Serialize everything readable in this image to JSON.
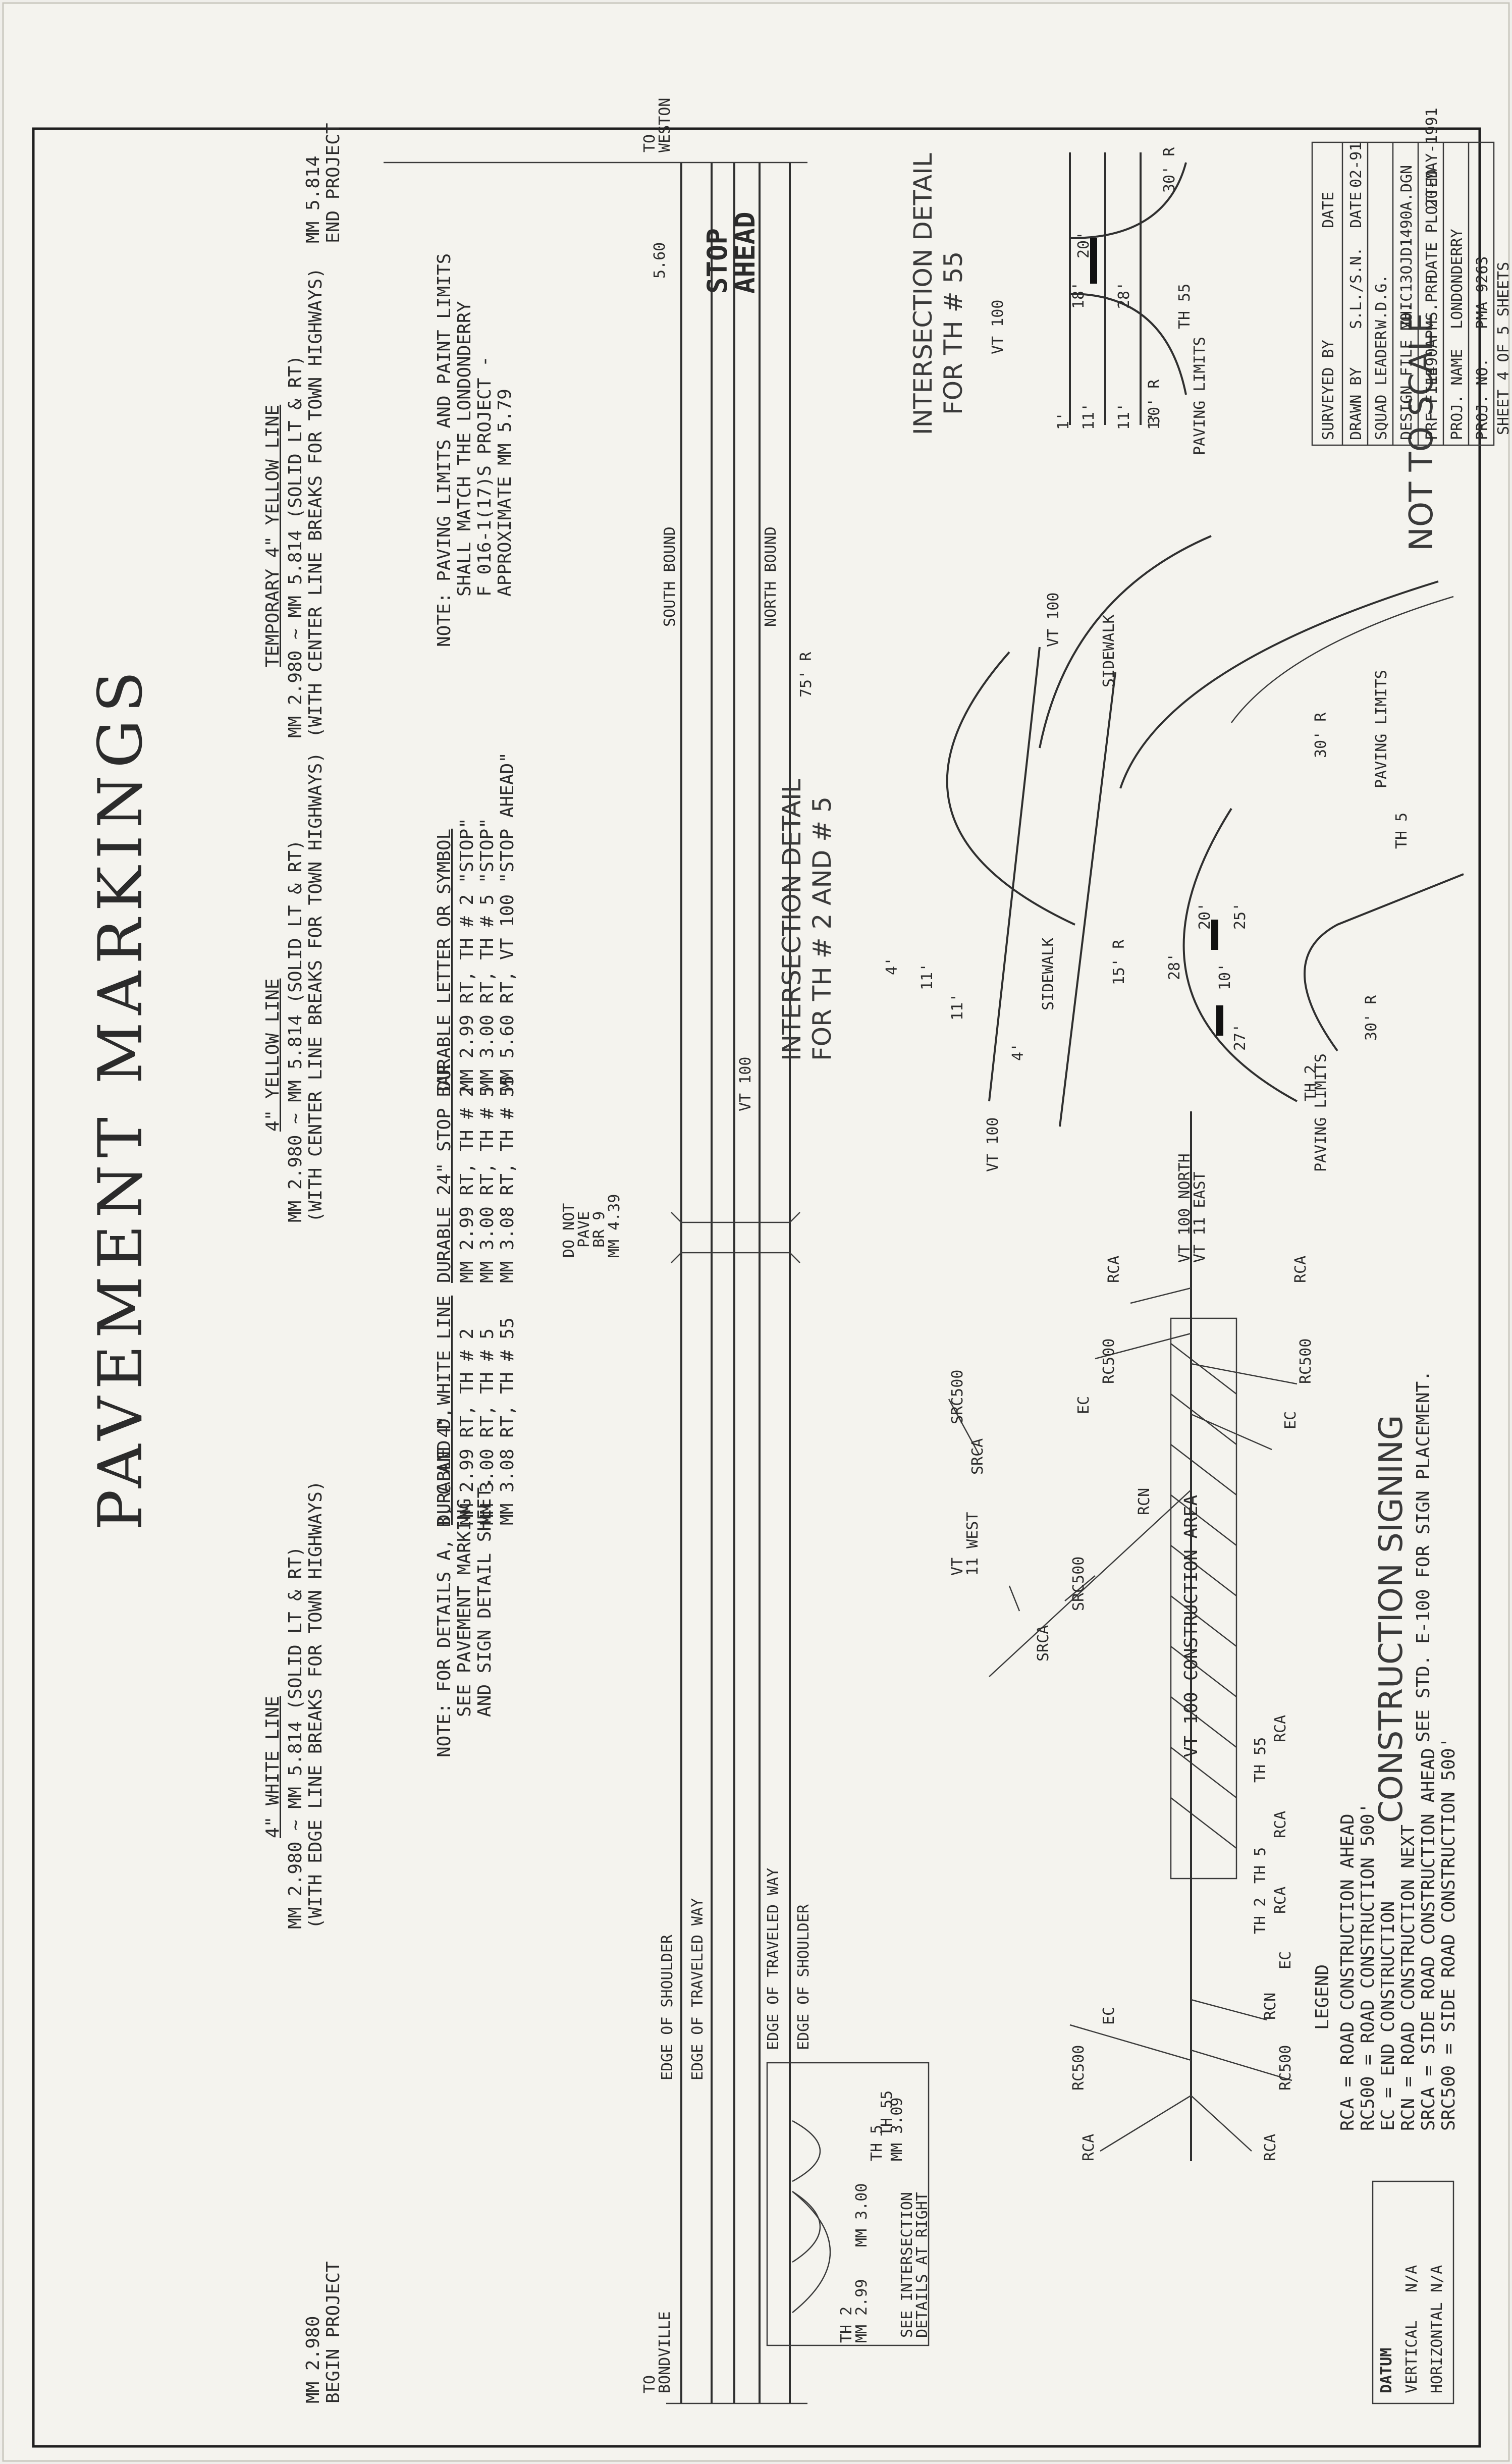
{
  "title": "PAVEMENT MARKINGS",
  "notes": {
    "white_line": {
      "heading": "4\" WHITE LINE",
      "line1": "MM 2.980 ~ MM 5.814 (SOLID LT & RT)",
      "line2": "(WITH EDGE LINE BREAKS FOR TOWN HIGHWAYS)"
    },
    "yellow_line": {
      "heading": "4\" YELLOW LINE",
      "line1": "MM 2.980 ~ MM 5.814 (SOLID LT & RT)",
      "line2": "(WITH CENTER LINE BREAKS FOR TOWN HIGHWAYS)"
    },
    "temp_yellow": {
      "heading": "TEMPORARY 4\" YELLOW LINE",
      "line1": "MM 2.980 ~ MM 5.814 (SOLID LT & RT)",
      "line2": "(WITH CENTER LINE BREAKS FOR TOWN HIGHWAYS)"
    },
    "details_note": [
      "NOTE: FOR DETAILS A, B, C AND D,",
      "SEE PAVEMENT MARKING",
      "AND SIGN DETAIL SHEET."
    ],
    "durable_white": {
      "heading": "DURABLE 4\" WHITE LINE",
      "items": [
        "MM 2.99 RT, TH # 2",
        "MM 3.00 RT, TH # 5",
        "MM 3.08 RT, TH # 55"
      ]
    },
    "stop_bar": {
      "heading": "DURABLE 24\" STOP BAR",
      "items": [
        "MM 2.99 RT, TH # 2",
        "MM 3.00 RT, TH # 5",
        "MM 3.08 RT, TH # 55"
      ]
    },
    "letter_symbol": {
      "heading": "DURABLE LETTER OR SYMBOL",
      "items": [
        "MM 2.99 RT, TH # 2 \"STOP\"",
        "MM 3.00 RT, TH # 5 \"STOP\"",
        "MM 5.60 RT, VT 100 \"STOP AHEAD\""
      ]
    },
    "paving_note": [
      "NOTE: PAVING LIMITS AND PAINT LIMITS",
      "SHALL MATCH THE LONDONDERRY",
      "F 016-1(17)S PROJECT -",
      "APPROXIMATE MM 5.79"
    ]
  },
  "road": {
    "begin": [
      "MM 2.980",
      "BEGIN PROJECT"
    ],
    "end": [
      "MM 5.814",
      "END PROJECT"
    ],
    "to_left": [
      "TO",
      "BONDVILLE"
    ],
    "to_right": [
      "TO",
      "WESTON"
    ],
    "edge_shoulder": "EDGE OF SHOULDER",
    "edge_traveled": "EDGE OF TRAVELED WAY",
    "road_name": "VT 100",
    "south_bound": "SOUTH BOUND",
    "north_bound": "NORTH BOUND",
    "bridge": [
      "DO NOT",
      "PAVE",
      "BR 9",
      "MM 4.39"
    ],
    "mm_560": "5.60",
    "stop_word": "STOP",
    "ahead_word": "AHEAD",
    "see_intersection": [
      "SEE INTERSECTION",
      "DETAILS AT RIGHT"
    ],
    "th_labels": [
      "TH 2",
      "MM 2.99",
      "TH 5",
      "MM 3.00",
      "TH 55",
      "MM 3.09"
    ]
  },
  "construction": {
    "area_label": "VT 100  CONSTRUCTION AREA",
    "north_label": [
      "VT 100 NORTH",
      "VT 11 EAST"
    ],
    "side_road": [
      "VT",
      "11 WEST"
    ],
    "heading": "CONSTRUCTION SIGNING",
    "subheading": "SEE STD. E-100 FOR SIGN PLACEMENT.",
    "signs": [
      "RCA",
      "RC500",
      "EC",
      "RCN",
      "SRCA",
      "SRC500",
      "TH 2",
      "TH 5",
      "TH 55"
    ]
  },
  "legend": {
    "title": "LEGEND",
    "items": [
      "RCA    = ROAD CONSTRUCTION AHEAD",
      "RC500  = ROAD CONSTRUCTION 500'",
      "EC     = END CONSTRUCTION",
      "RCN    = ROAD CONSTRUCTION NEXT",
      "SRCA   = SIDE ROAD CONSTRUCTION AHEAD",
      "SRC500 = SIDE ROAD CONSTRUCTION 500'"
    ]
  },
  "datum": {
    "title": "DATUM",
    "vertical_label": "VERTICAL",
    "vertical_value": "N/A",
    "horizontal_label": "HORIZONTAL",
    "horizontal_value": "N/A"
  },
  "detail1": {
    "title": [
      "INTERSECTION DETAIL",
      "FOR TH # 2 AND # 5"
    ],
    "labels": [
      "VT 100",
      "SIDEWALK",
      "SIDEWALK",
      "VT 100",
      "TH 2",
      "TH 5",
      "PAVING LIMITS",
      "PAVING LIMITS",
      "15' R",
      "30' R",
      "30' R",
      "75' R",
      "27'",
      "28'",
      "10'",
      "20'",
      "25'",
      "4'",
      "4'",
      "11'",
      "11'"
    ]
  },
  "detail2": {
    "title": [
      "INTERSECTION DETAIL",
      "FOR TH # 55"
    ],
    "labels": [
      "VT 100",
      "TH 55",
      "PAVING LIMITS",
      "30' R",
      "30' R",
      "28'",
      "18'",
      "20'",
      "1'",
      "11'",
      "11'",
      "1'"
    ]
  },
  "not_to_scale": "NOT TO SCALE",
  "title_block": {
    "rows": [
      [
        "SURVEYED BY",
        "",
        "DATE",
        ""
      ],
      [
        "DRAWN BY",
        "S.L./S.N.",
        "DATE",
        "02-91"
      ],
      [
        "SQUAD LEADER",
        "W.D.G.",
        "",
        ""
      ],
      [
        "DESIGN FILE NO.",
        "ZHIC13OJD1490A.DGN",
        "",
        ""
      ],
      [
        "PRF FILE",
        "1490APMS.PRF",
        "DATE PLOTTED",
        "20-MAY-1991"
      ],
      [
        "PROJ. NAME",
        "LONDONDERRY",
        "",
        ""
      ],
      [
        "PROJ. NO.",
        "PMA 9263",
        "",
        ""
      ]
    ],
    "sheet": "SHEET  4  OF  5  SHEETS"
  }
}
